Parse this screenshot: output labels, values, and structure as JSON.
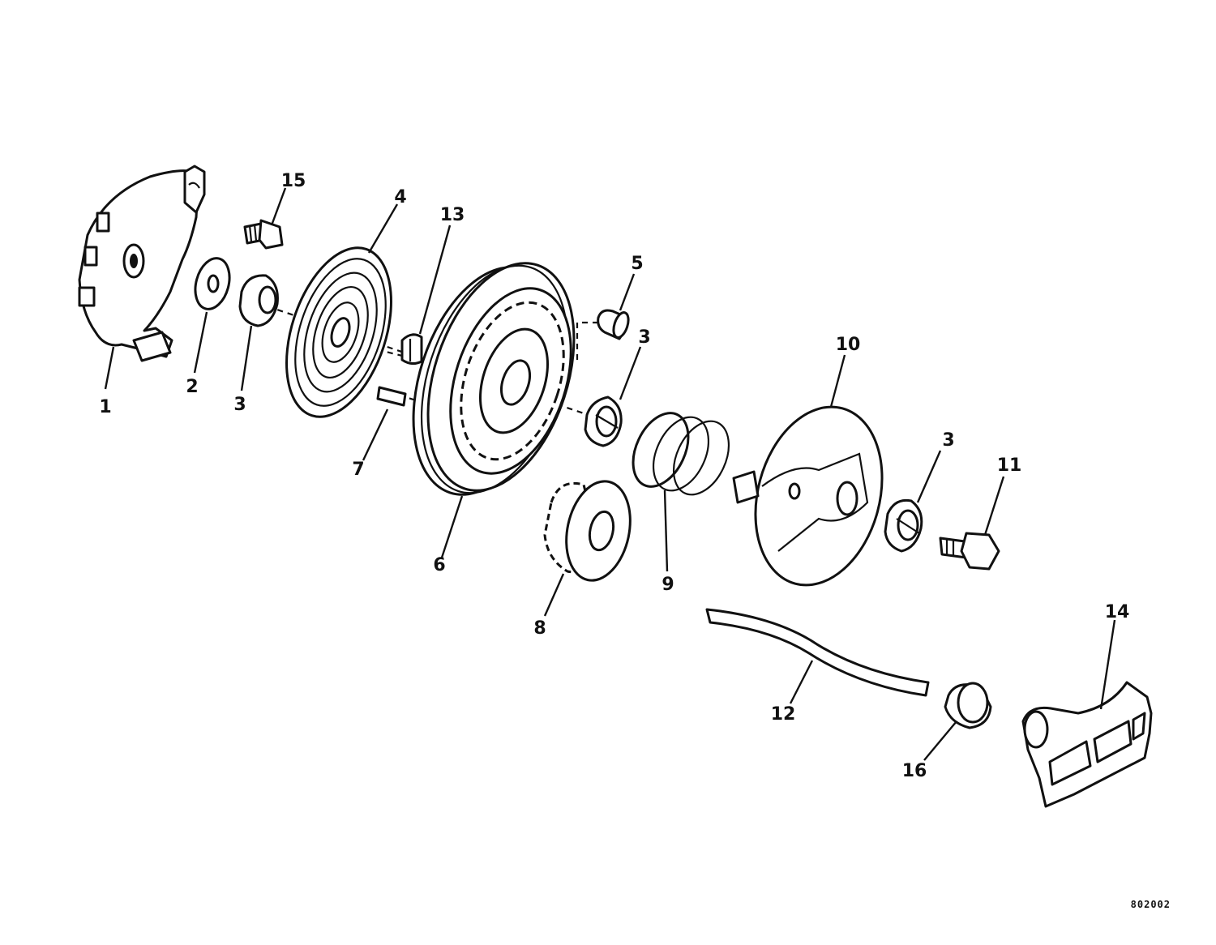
{
  "callouts": [
    {
      "id": "c1",
      "text": "1"
    },
    {
      "id": "c2",
      "text": "2"
    },
    {
      "id": "c3a",
      "text": "3"
    },
    {
      "id": "c15",
      "text": "15"
    },
    {
      "id": "c4",
      "text": "4"
    },
    {
      "id": "c13",
      "text": "13"
    },
    {
      "id": "c7",
      "text": "7"
    },
    {
      "id": "c5",
      "text": "5"
    },
    {
      "id": "c3b",
      "text": "3"
    },
    {
      "id": "c6",
      "text": "6"
    },
    {
      "id": "c8",
      "text": "8"
    },
    {
      "id": "c9",
      "text": "9"
    },
    {
      "id": "c10",
      "text": "10"
    },
    {
      "id": "c3c",
      "text": "3"
    },
    {
      "id": "c11",
      "text": "11"
    },
    {
      "id": "c12",
      "text": "12"
    },
    {
      "id": "c14",
      "text": "14"
    },
    {
      "id": "c16",
      "text": "16"
    }
  ],
  "drawing_code": "802002"
}
